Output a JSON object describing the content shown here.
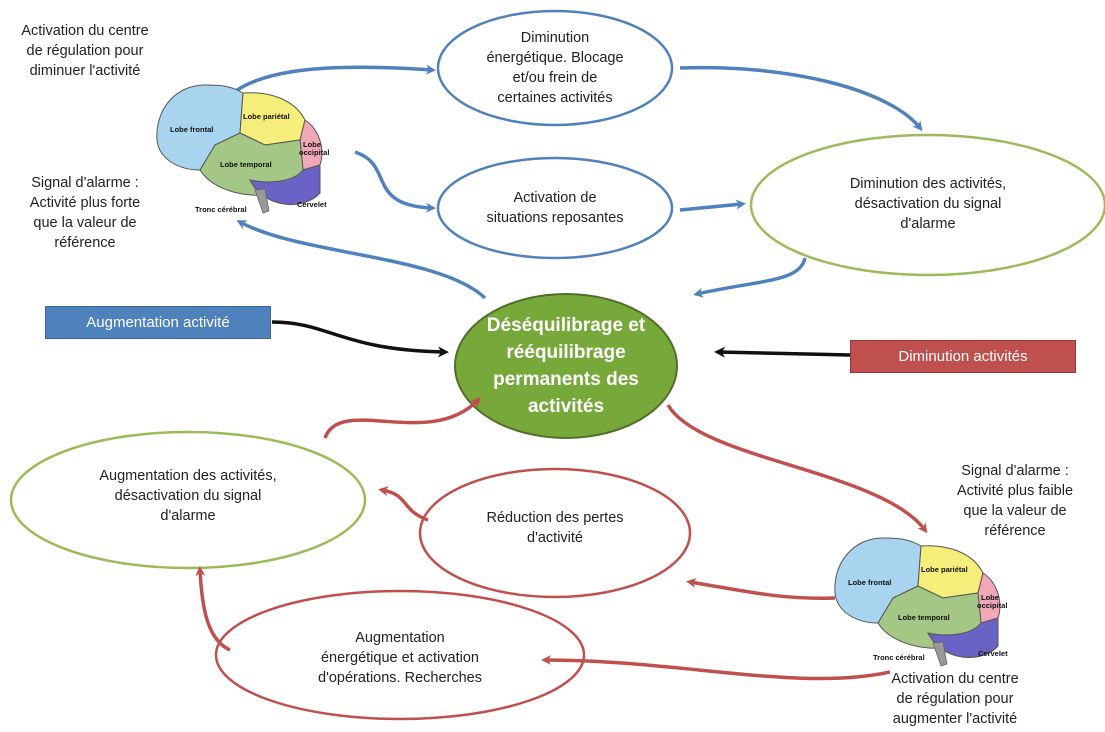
{
  "nodes": {
    "center": "Déséquilibrage et\nrééquilibrage\npermanents des\nactivités",
    "top_blue": "Diminution\nénergétique. Blocage\net/ou frein de\ncertaines activités",
    "mid_blue": "Activation de\nsituations reposantes",
    "right_green": "Diminution des activités,\ndésactivation du signal\nd'alarme",
    "left_green": "Augmentation des activités,\ndésactivation du signal\nd'alarme",
    "mid_red": "Réduction des pertes\nd'activité",
    "bottom_red": "Augmentation\nénergétique et activation\nd'opérations. Recherches"
  },
  "boxes": {
    "left": "Augmentation activité",
    "right": "Diminution activités"
  },
  "texts": {
    "top_left_activation": "Activation du centre\nde régulation pour\ndiminuer l'activité",
    "left_alarm": "Signal d'alarme :\nActivité plus forte\nque la valeur de\nréférence",
    "right_alarm": "Signal d'alarme :\nActivité plus faible\nque la valeur de\nréférence",
    "bottom_right_activation": "Activation du centre\nde régulation pour\naugmenter l'activité"
  },
  "brain_labels": {
    "frontal": "Lobe frontal",
    "parietal": "Lobe pariétal",
    "occipital_1": "Lobe",
    "occipital_2": "occipital",
    "temporal": "Lobe temporal",
    "tronc": "Tronc cérébral",
    "cervelet": "Cervelet"
  },
  "colors": {
    "blue": "#4f81bd",
    "red": "#c0504d",
    "green": "#9bbb59",
    "center_fill": "#77a83a",
    "black": "#111111"
  }
}
